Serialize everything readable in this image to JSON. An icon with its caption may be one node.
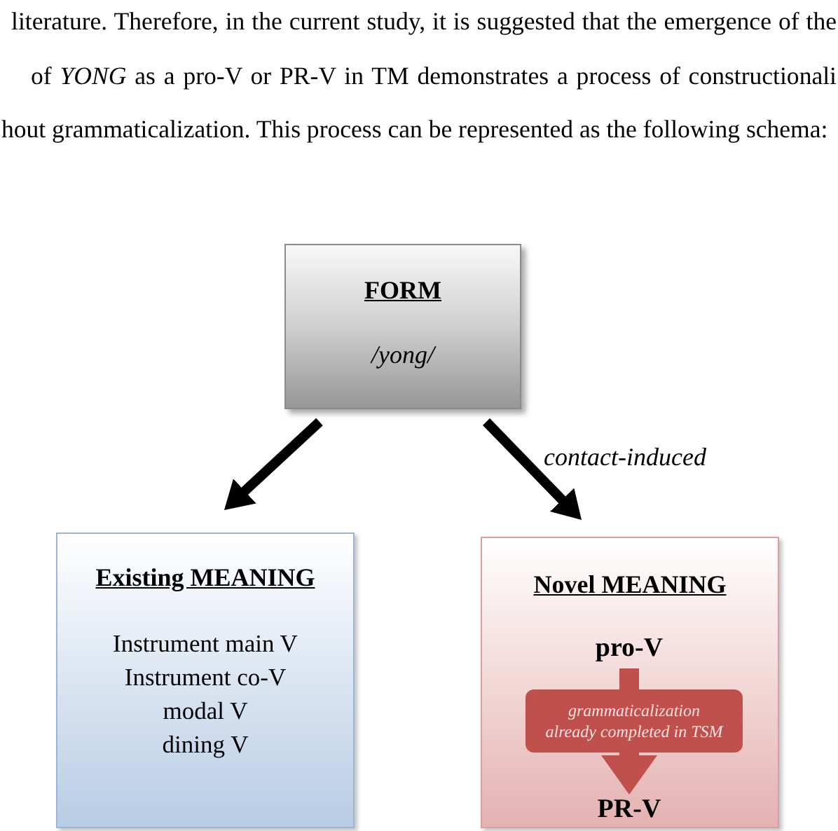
{
  "diagram": {
    "nodes": [
      {
        "text": [
          "FORM",
          "/yong/"
        ]
      },
      {
        "text": [
          "Existing MEANING",
          "Instrument main V",
          "Instrument co-V",
          "modal V",
          "dining V"
        ]
      },
      {
        "text": [
          "Novel MEANING"
        ]
      },
      {
        "text": [
          "pro-V"
        ],
        "in": 2
      },
      {
        "text": [
          "grammaticalization already completed in TSM"
        ],
        "in": 2
      },
      {
        "text": [
          "PR-V"
        ],
        "in": 2
      }
    ],
    "edges": [
      {
        "from": 0,
        "to": 1,
        "arrow": "to"
      },
      {
        "from": 0,
        "to": 2,
        "arrow": "to",
        "label": "contact-induced"
      },
      {
        "from": 3,
        "to": 4,
        "arrow": "none",
        "style": "thick",
        "color": "#c0504d"
      },
      {
        "from": 4,
        "to": 5,
        "arrow": "to",
        "style": "thick",
        "color": "#c0504d"
      }
    ],
    "labels": [
      "literature. Therefore, in the current study, it is suggested that the emergence of the",
      "of *YONG* as a pro-V or PR-V in TM demonstrates a process of constructionali",
      "hout grammaticalization. This process can be represented as the following schema:"
    ]
  }
}
